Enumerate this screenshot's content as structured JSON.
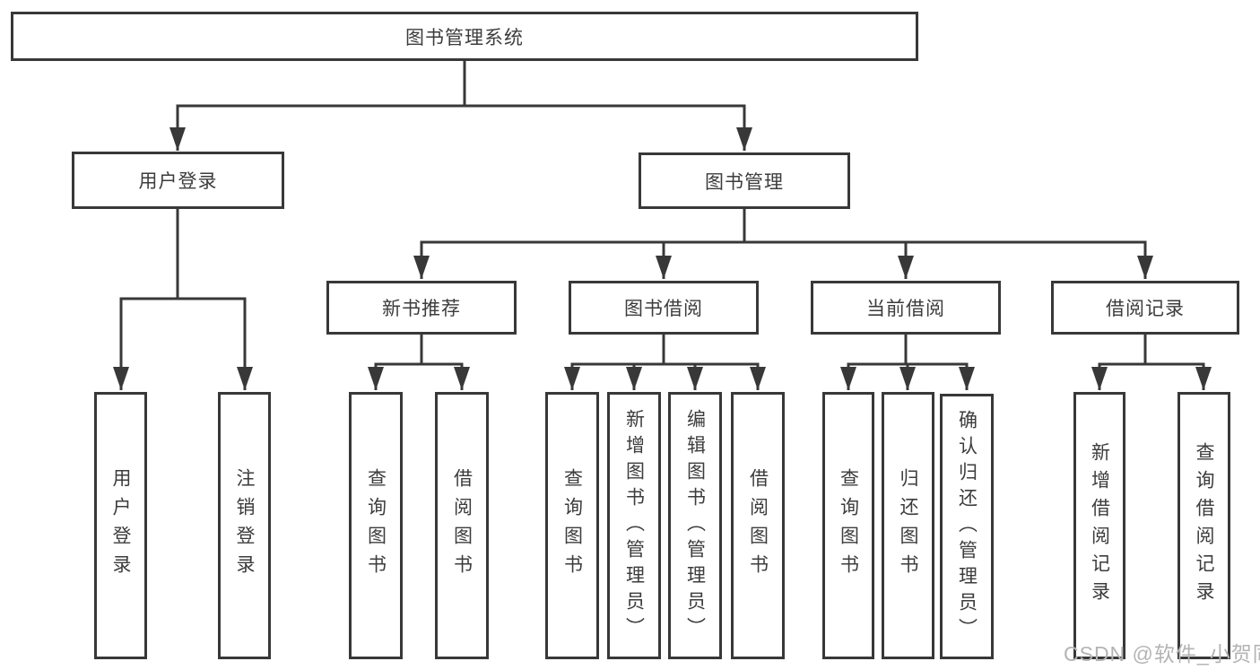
{
  "tree": {
    "label": "图书管理系统",
    "children": [
      {
        "label": "用户登录",
        "children": [
          {
            "label": "用户登录"
          },
          {
            "label": "注销登录"
          }
        ]
      },
      {
        "label": "图书管理",
        "children": [
          {
            "label": "新书推荐",
            "children": [
              {
                "label": "查询图书"
              },
              {
                "label": "借阅图书"
              }
            ]
          },
          {
            "label": "图书借阅",
            "children": [
              {
                "label": "查询图书"
              },
              {
                "label": "新增图书（管理员）"
              },
              {
                "label": "编辑图书（管理员）"
              },
              {
                "label": "借阅图书"
              }
            ]
          },
          {
            "label": "当前借阅",
            "children": [
              {
                "label": "查询图书"
              },
              {
                "label": "归还图书"
              },
              {
                "label": "确认归还（管理员）"
              }
            ]
          },
          {
            "label": "借阅记录",
            "children": [
              {
                "label": "新增借阅记录"
              },
              {
                "label": "查询借阅记录"
              }
            ]
          }
        ]
      }
    ]
  },
  "watermark": "CSDN @软件_小贺同学",
  "colors": {
    "line": "#383838",
    "text": "#3c3c3c",
    "watermark": "#b4b4b4",
    "background": "#ffffff"
  }
}
